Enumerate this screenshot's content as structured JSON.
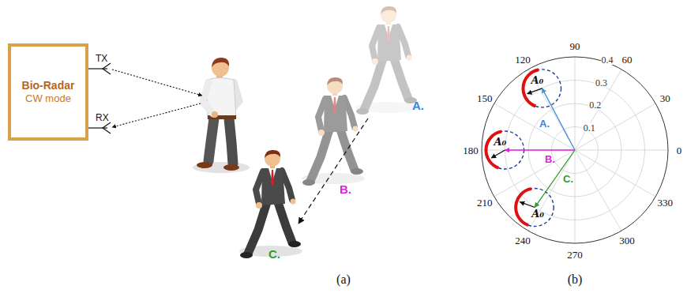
{
  "diagram": {
    "nodes": [
      {
        "text": [
          "Bio-Radar",
          "CW mode"
        ]
      }
    ],
    "labels": [
      "TX",
      "RX",
      "A.",
      "B.",
      "C.",
      "(a)",
      "90",
      "60",
      "30",
      "0",
      "330",
      "300",
      "270",
      "240",
      "210",
      "180",
      "150",
      "120",
      "0.1",
      "0.2",
      "0.3",
      "0.4",
      "A.",
      "B.",
      "C.",
      "A₀",
      "A₀",
      "A₀",
      "(b)"
    ]
  }
}
